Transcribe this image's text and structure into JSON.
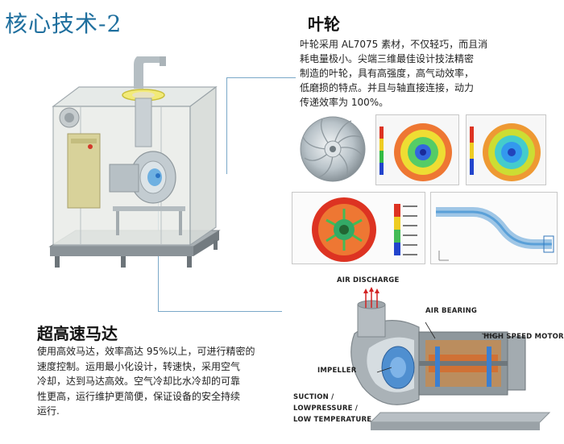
{
  "title": "核心技术-2",
  "impeller": {
    "heading": "叶轮",
    "lines": [
      "叶轮采用 AL7075 素材，不仅轻巧，而且消",
      "耗电量极小。尖端三维最佳设计技法精密",
      "制造的叶轮，具有高强度，高气动效率，",
      "低磨损的特点。并且与轴直接连接，动力",
      "传递效率为 100%。"
    ]
  },
  "motor": {
    "heading": "超高速马达",
    "lines": [
      "使用高效马达，效率高达 95%以上，可进行精密的",
      "速度控制。运用最小化设计，转速快，采用空气",
      "冷却，达到马达高效。空气冷却比水冷却的可靠",
      "性更高，运行维护更简便，保证设备的安全持续",
      "运行."
    ]
  },
  "diagram": {
    "air_discharge": "AIR DISCHARGE",
    "air_bearing": "AIR BEARING",
    "high_speed_motor": "HIGH SPEED MOTOR",
    "impeller": "IMPELLER",
    "suction_1": "SUCTION /",
    "suction_2": "LOWPRESSURE /",
    "suction_3": "LOW TEMPERATURE"
  },
  "colors": {
    "title": "#1f6f9e",
    "connector": "#7aa8c8",
    "cabinet_frame": "#9aa3a8",
    "impeller_metal": "#b9c3c9"
  }
}
